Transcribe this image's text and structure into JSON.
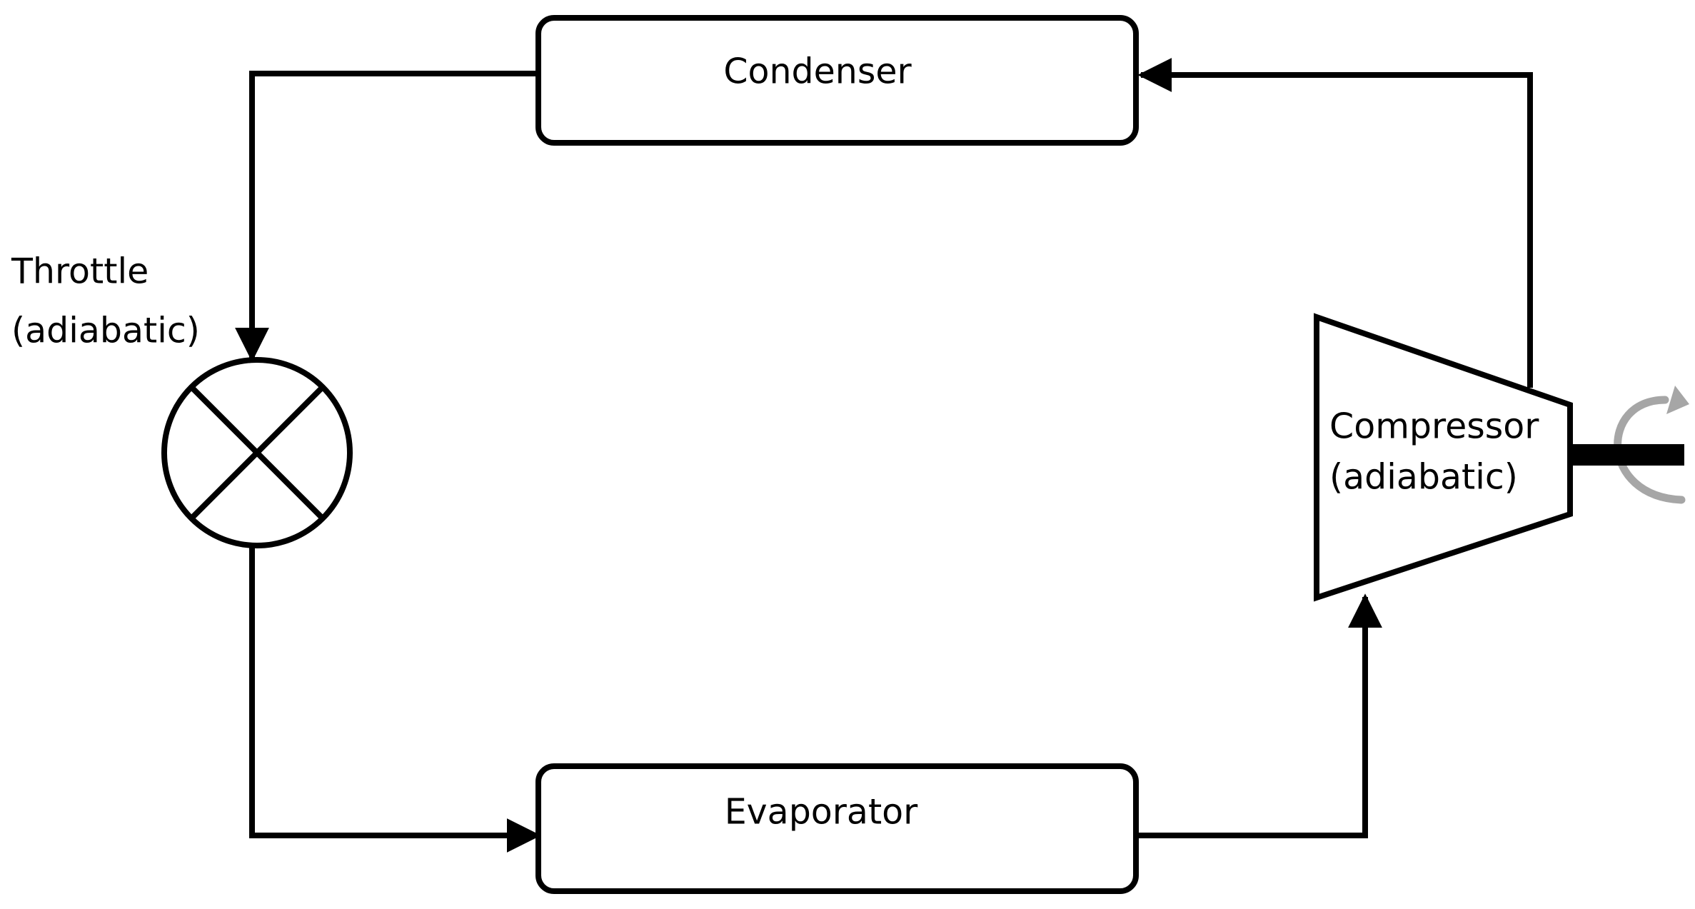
{
  "components": {
    "condenser": {
      "label": "Condenser"
    },
    "evaporator": {
      "label": "Evaporator"
    },
    "throttle": {
      "label_line1": "Throttle",
      "label_line2": "(adiabatic)"
    },
    "compressor": {
      "label_line1": "Compressor",
      "label_line2": "(adiabatic)"
    }
  },
  "colors": {
    "line": "#000000",
    "background": "#ffffff",
    "shaft_rotation_arrow": "#a6a6a6"
  },
  "icons": {
    "throttle": "valve-x-circle-icon",
    "compressor": "trapezoid-compressor-icon",
    "shaft_rotation": "curved-rotation-arrow-icon"
  }
}
